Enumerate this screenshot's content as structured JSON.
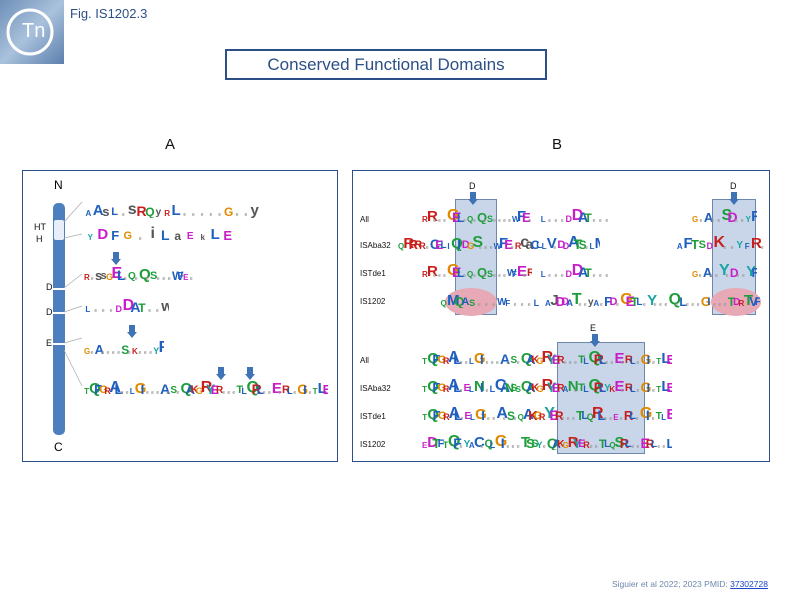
{
  "header": {
    "logo_text": "Tn",
    "fig_label": "Fig. IS1202.3",
    "title": "Conserved Functional Domains"
  },
  "panels": {
    "a_label": "A",
    "b_label": "B"
  },
  "panel_a": {
    "n_label": "N",
    "c_label": "C",
    "hth_label_1": "HT",
    "hth_label_2": "H",
    "d1_label": "D",
    "d2_label": "D",
    "e_label": "E"
  },
  "panel_b": {
    "top_rows": [
      "All",
      "ISAba32",
      "ISTde1",
      "IS1202"
    ],
    "bottom_rows": [
      "All",
      "ISAba32",
      "ISTde1",
      "IS1202"
    ],
    "d_label_left": "D",
    "d_label_right": "D",
    "e_label": "E"
  },
  "logos": {
    "a_hth": "AAsLesRQyRLeeeeeGeey",
    "a_hth2": "YDFGeiLaEkLE",
    "a_d1": "RessGELeQeQeSeeeWFEe",
    "a_d2": "LeeeDDATeew",
    "a_d3": "GeAeeeeSeKeeeYF",
    "a_e": "TQFGRALeeLGIeeeAeSeQAKGRYEReeeTLQRLeeEeRLeGIeTLE",
    "b_all_1": "RReeeGELeQeQeSeeeeWFEe",
    "b_all_2": "LeeeDDATeee",
    "b_all_3": "GeAeeSDeeYF",
    "b_aba_1": "QRRRReCELIQIDGSeeeWFEeRcaCLLVeDDATSeLM",
    "b_aba_2": "AFTSDKeeYFRe",
    "b_tde_1": "RReeeGELeQeQeSeeeWFEeR",
    "b_tde_2": "LeeeDDATeee",
    "b_tde_3": "GeAeeYeDeeYF",
    "b_1202_1": "QMQASeeeWFeeeL",
    "b_1202_2": "AJDDATeeyAeFDeGETLeYeeeQeLeeeGIeeeTDRTVF",
    "b_e_all": "TQFGRALeeLGIeeeAeSeQAKGRYEReeeTLQRLeeEeRLeGIeTLE",
    "b_e_aba": "TQFGRALeELNIeLCANSSQAKGRYERANeTLQRLYKEeRLeGIeTLE",
    "b_e_tde": "TQFGRALeELGIeeAeSeQAKGRYEReeeTLQRLeeEeRLeGIeTLE",
    "b_e_1202": "EDTFTQFeYACeQLGIeeeTSSYeQAKGRYEReeTLQSRLeeERLeeL"
  },
  "citation": {
    "text": "Siguier et al 2022; 2023 PMID: ",
    "pmid": "37302728"
  },
  "colors": {
    "brand": "#2b4f86",
    "domain_box": "#c9d6ea",
    "domain_highlight": "#e7a9b5",
    "arrow": "#3f73b5"
  }
}
